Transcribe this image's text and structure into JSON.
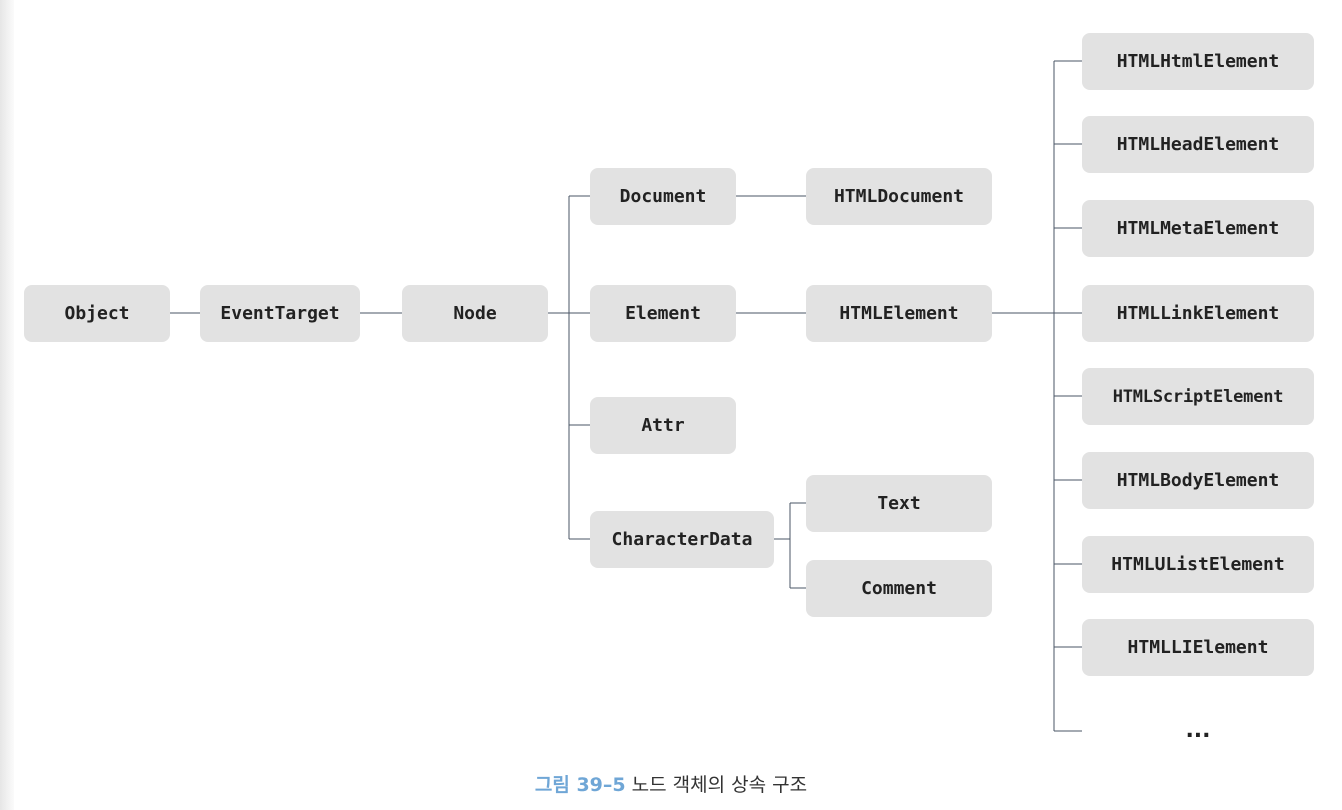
{
  "diagram": {
    "nodes": {
      "object": "Object",
      "event_target": "EventTarget",
      "node": "Node",
      "document": "Document",
      "element": "Element",
      "attr": "Attr",
      "character_data": "CharacterData",
      "html_document": "HTMLDocument",
      "html_element": "HTMLElement",
      "text": "Text",
      "comment": "Comment",
      "html_html_element": "HTMLHtmlElement",
      "html_head_element": "HTMLHeadElement",
      "html_meta_element": "HTMLMetaElement",
      "html_link_element": "HTMLLinkElement",
      "html_script_element": "HTMLScriptElement",
      "html_body_element": "HTMLBodyElement",
      "html_ulist_element": "HTMLUListElement",
      "html_li_element": "HTMLLIElement"
    },
    "more_marker": "..."
  },
  "caption": {
    "number": "그림 39–5",
    "text": "노드 객체의 상속 구조"
  }
}
